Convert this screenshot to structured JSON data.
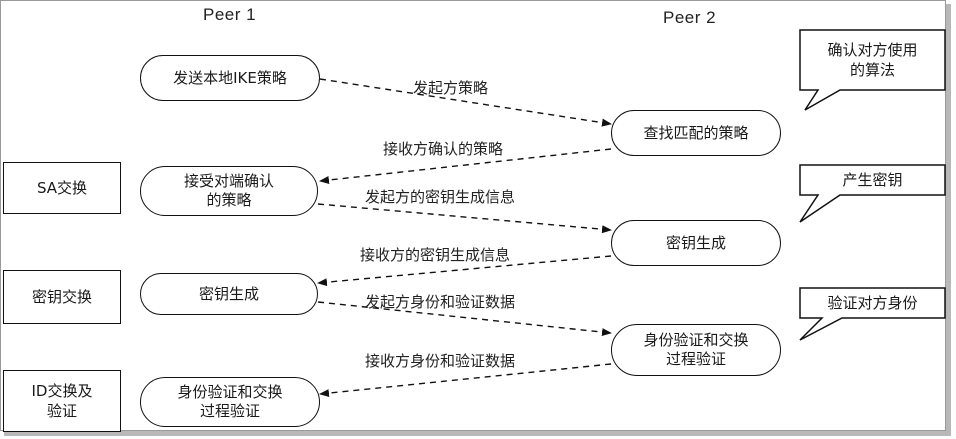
{
  "peers": {
    "peer1": "Peer 1",
    "peer2": "Peer 2"
  },
  "peer1_nodes": [
    "发送本地IKE策略",
    "接受对端确认\n的策略",
    "密钥生成",
    "身份验证和交换\n过程验证"
  ],
  "peer2_nodes": [
    "查找匹配的策略",
    "密钥生成",
    "身份验证和交换\n过程验证"
  ],
  "messages": [
    "发起方策略",
    "接收方确认的策略",
    "发起方的密钥生成信息",
    "接收方的密钥生成信息",
    "发起方身份和验证数据",
    "接收方身份和验证数据"
  ],
  "phases": [
    "SA交换",
    "密钥交换",
    "ID交换及\n验证"
  ],
  "callouts": [
    "确认对方使用\n的算法",
    "产生密钥",
    "验证对方身份"
  ]
}
